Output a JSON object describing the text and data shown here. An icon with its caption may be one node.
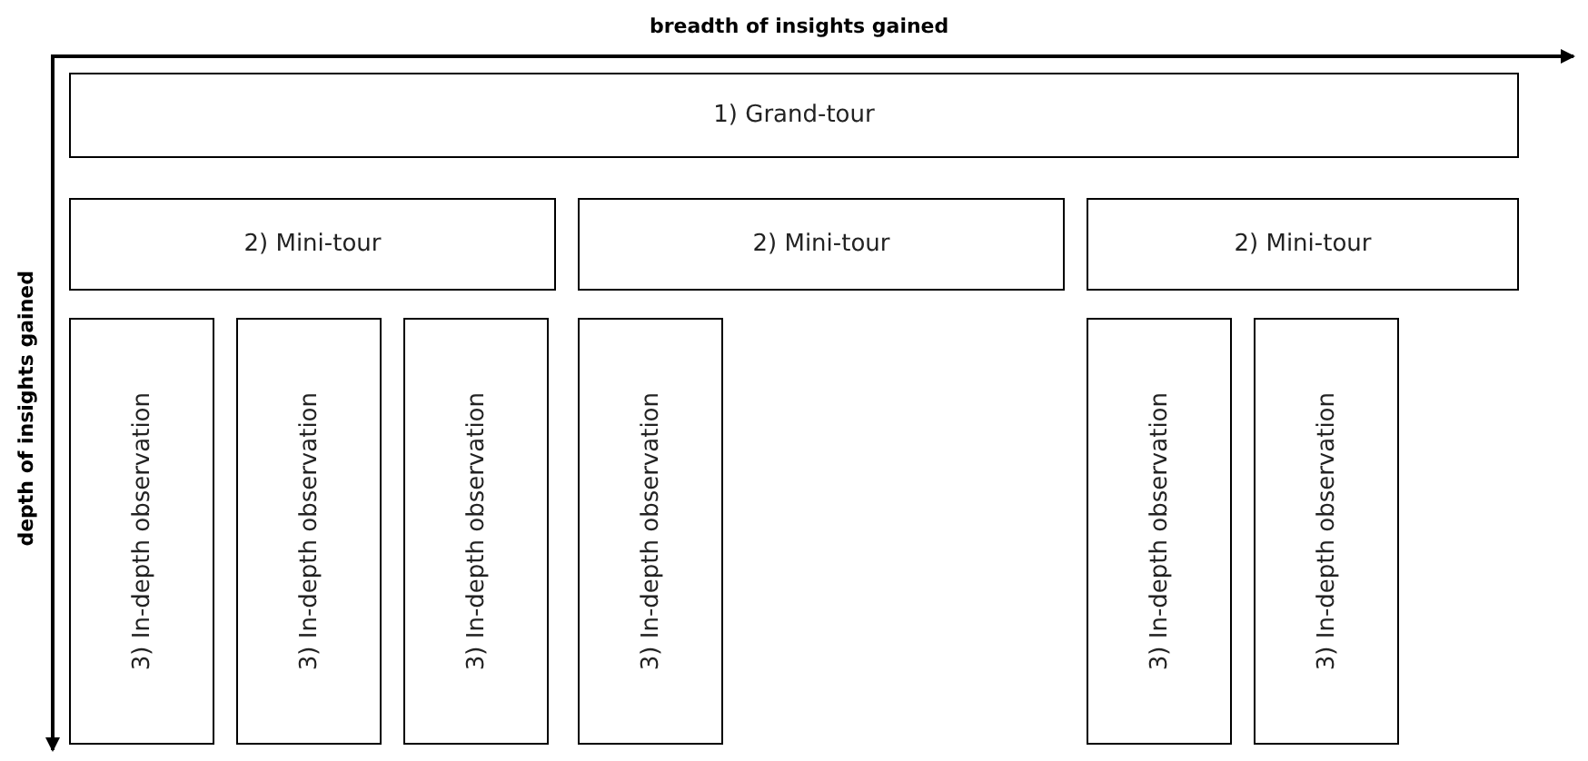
{
  "diagram": {
    "nodes": [
      {
        "text": [
          "1) Grand-tour"
        ]
      },
      {
        "text": [
          "2) Mini-tour"
        ]
      },
      {
        "text": [
          "2) Mini-tour"
        ]
      },
      {
        "text": [
          "2) Mini-tour"
        ]
      },
      {
        "text": [
          "3) In-depth observation"
        ]
      },
      {
        "text": [
          "3) In-depth observation"
        ]
      },
      {
        "text": [
          "3) In-depth observation"
        ]
      },
      {
        "text": [
          "3) In-depth observation"
        ]
      },
      {
        "text": [
          "3) In-depth observation"
        ]
      },
      {
        "text": [
          "3) In-depth observation"
        ]
      }
    ],
    "edges": [],
    "labels": [
      "breadth of insights gained",
      "depth of insights gained"
    ]
  }
}
